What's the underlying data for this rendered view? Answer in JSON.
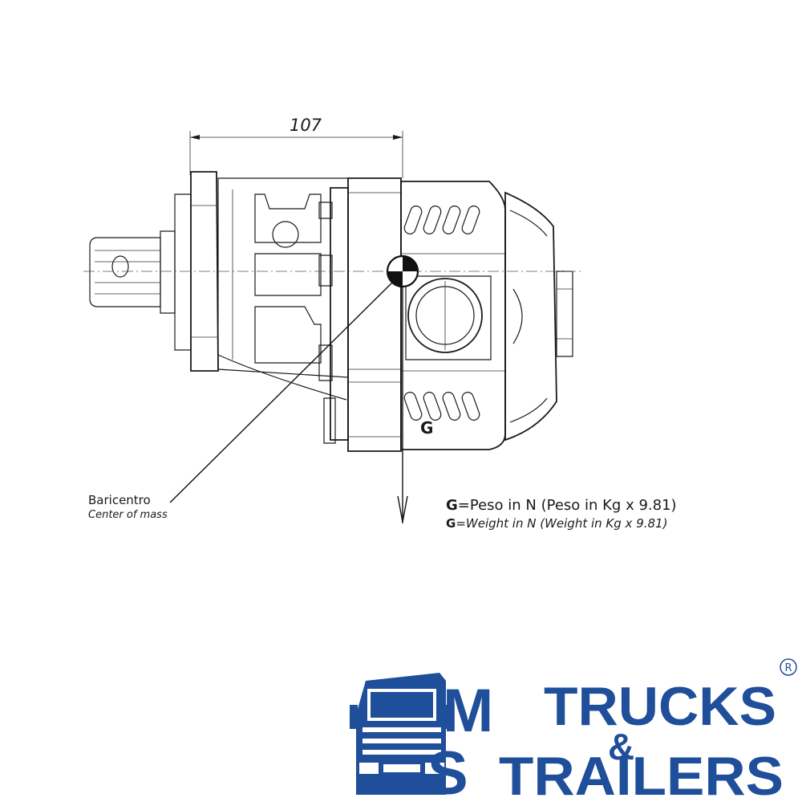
{
  "drawing": {
    "dimension_value": "107",
    "g_marker": "G",
    "center_label_it": "Baricentro",
    "center_label_en": "Center of mass",
    "formula_it_symbol": "G",
    "formula_it_text": "=Peso in N (Peso in Kg x 9.81)",
    "formula_en_symbol": "G",
    "formula_en_text": "=Weight in N (Weight in Kg x 9.81)"
  },
  "logo": {
    "letter_m": "M",
    "letter_s": "S",
    "word_trucks": "TRUCKS",
    "ampersand": "&",
    "word_trailers": "TRAILERS",
    "registered": "R",
    "brand_color": "#1f4e9a",
    "icon": "truck-front-icon"
  }
}
